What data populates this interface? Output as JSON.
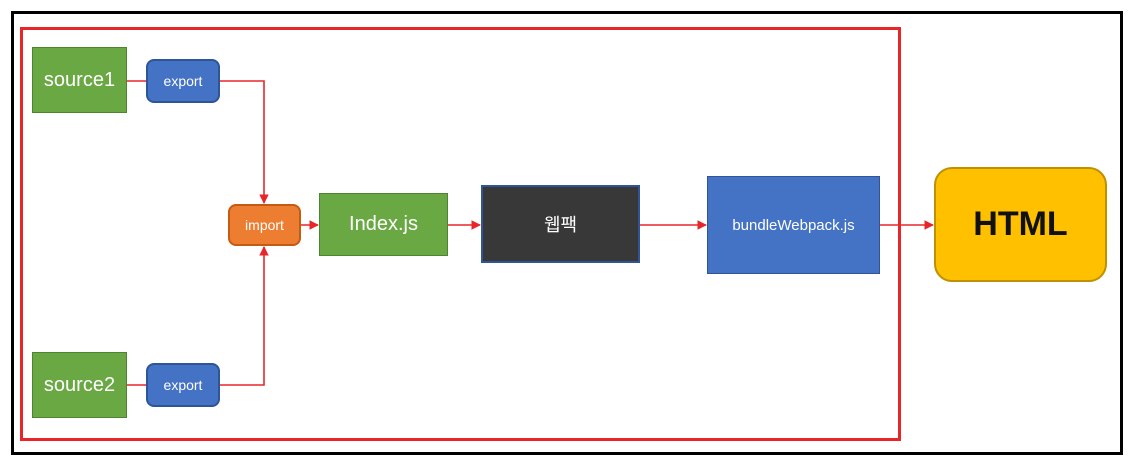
{
  "diagram": {
    "source1": "source1",
    "source2": "source2",
    "export_top": "export",
    "export_bottom": "export",
    "import": "import",
    "index": "Index.js",
    "webpack": "웹팩",
    "bundle": "bundleWebpack.js",
    "html": "HTML"
  },
  "colors": {
    "arrow": "#e8262a",
    "group_border": "#e8262a",
    "green": "#6aa843",
    "blue": "#4472c4",
    "orange": "#ed7d31",
    "dark": "#383838",
    "yellow": "#ffc000"
  }
}
